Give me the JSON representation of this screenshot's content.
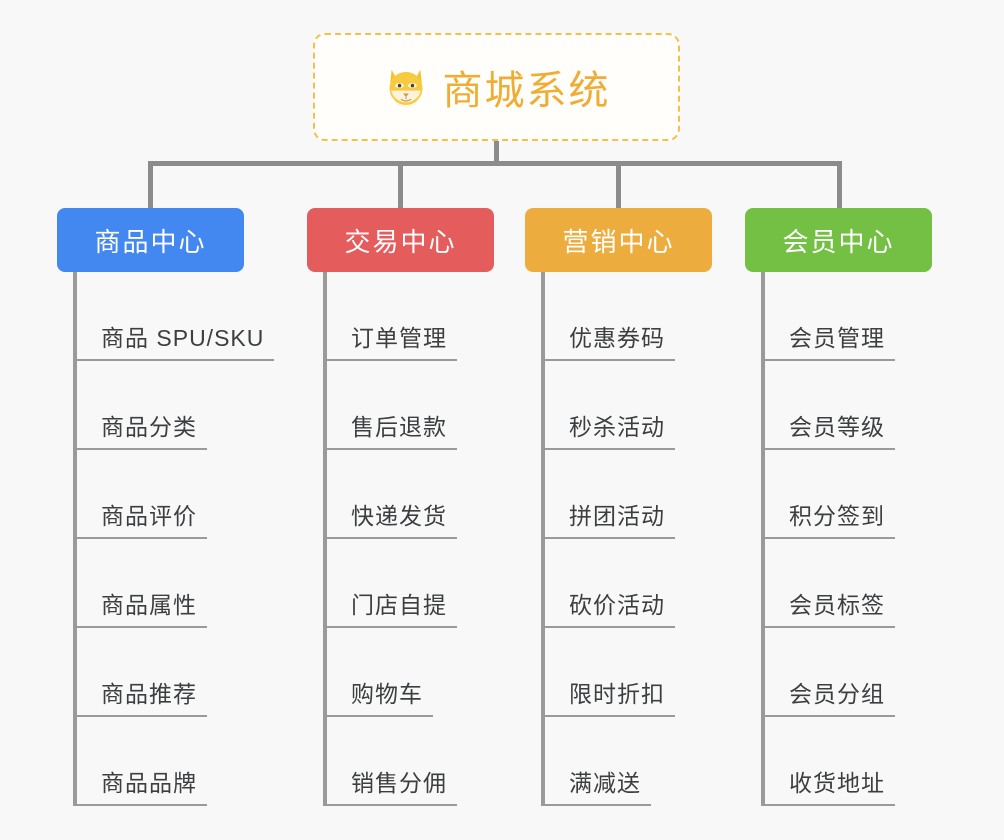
{
  "page": {
    "background_color": "#f8f8f8",
    "type": "mindmap"
  },
  "root": {
    "title": "商城系统",
    "icon": "shiba-dog-face-icon",
    "border_color": "#f3c14a",
    "text_color": "#f0ad36"
  },
  "connector": {
    "color": "#8c8c8c"
  },
  "branches": [
    {
      "label": "商品中心",
      "color": "#4387f0",
      "leaves": [
        "商品 SPU/SKU",
        "商品分类",
        "商品评价",
        "商品属性",
        "商品推荐",
        "商品品牌"
      ]
    },
    {
      "label": "交易中心",
      "color": "#e55c5c",
      "leaves": [
        "订单管理",
        "售后退款",
        "快递发货",
        "门店自提",
        "购物车",
        "销售分佣"
      ]
    },
    {
      "label": "营销中心",
      "color": "#edad3e",
      "leaves": [
        "优惠券码",
        "秒杀活动",
        "拼团活动",
        "砍价活动",
        "限时折扣",
        "满减送"
      ]
    },
    {
      "label": "会员中心",
      "color": "#74c044",
      "leaves": [
        "会员管理",
        "会员等级",
        "积分签到",
        "会员标签",
        "会员分组",
        "收货地址"
      ]
    }
  ]
}
